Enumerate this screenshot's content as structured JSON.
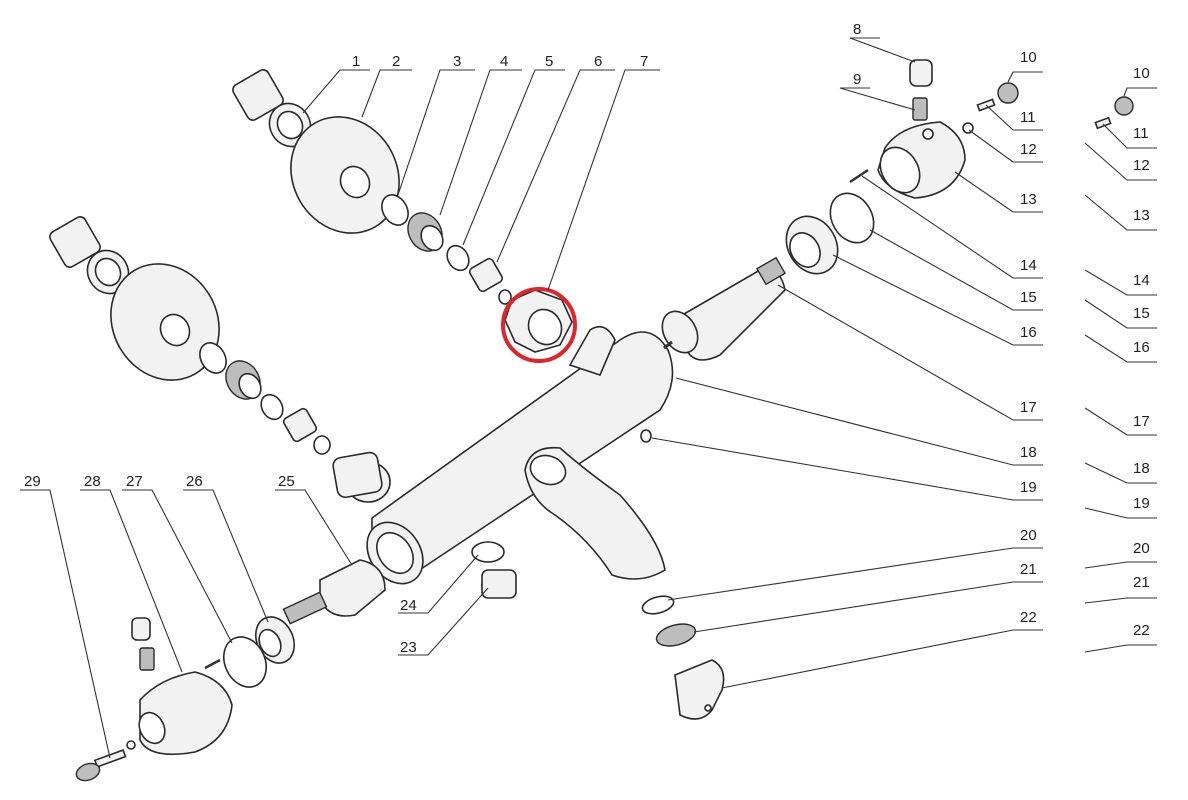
{
  "labels": {
    "l1": "1",
    "l2": "2",
    "l3": "3",
    "l4": "4",
    "l5": "5",
    "l6": "6",
    "l7": "7",
    "l8": "8",
    "l9": "9",
    "l10": "10",
    "l11": "11",
    "l12": "12",
    "l13": "13",
    "l14": "14",
    "l15": "15",
    "l16": "16",
    "l17": "17",
    "l18": "18",
    "l19": "19",
    "l20": "20",
    "l21": "21",
    "l22": "22",
    "l23": "23",
    "l24": "24",
    "l25": "25",
    "l26": "26",
    "l27": "27",
    "l28": "28",
    "l29": "29",
    "r10": "10",
    "r11": "11",
    "r12": "12",
    "r13": "13",
    "r14": "14",
    "r15": "15",
    "r16": "16",
    "r17": "17",
    "r18": "18",
    "r19": "19",
    "r20": "20",
    "r21": "21",
    "r22": "22"
  },
  "highlight": {
    "part": "7",
    "color": "#e0242b"
  }
}
